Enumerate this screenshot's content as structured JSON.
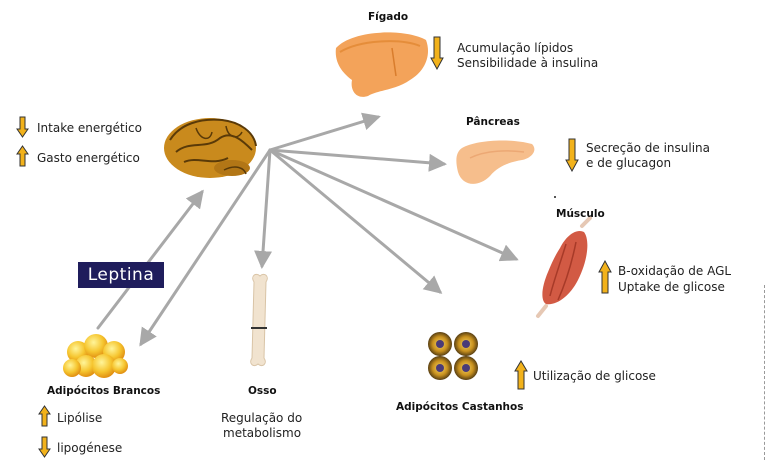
{
  "hormone": "Leptina",
  "colors": {
    "arrow": "#a8a8a8",
    "indicator": "#f2b21b",
    "label_bg": "#1f1d5c"
  },
  "organs": {
    "liver": {
      "title": "Fígado",
      "effect_direction": "down",
      "effects": [
        "Acumulação lípidos",
        "Sensibilidade à insulina"
      ]
    },
    "pancreas": {
      "title": "Pâncreas",
      "effect_direction": "down",
      "effects": [
        "Secreção de insulina",
        "e de glucagon"
      ]
    },
    "muscle": {
      "title": "Músculo",
      "effect_direction": "up",
      "effects": [
        "B-oxidação de AGL",
        "Uptake de glicose"
      ]
    },
    "brain": {
      "effects": [
        {
          "direction": "down",
          "text": "Intake energético"
        },
        {
          "direction": "up",
          "text": "Gasto energético"
        }
      ]
    },
    "white_adipocytes": {
      "title": "Adipócitos Brancos",
      "effects": [
        {
          "direction": "up",
          "text": "Lipólise"
        },
        {
          "direction": "down",
          "text": "lipogénese"
        }
      ]
    },
    "bone": {
      "title": "Osso",
      "effects": [
        "Regulação do",
        "metabolismo"
      ]
    },
    "brown_adipocytes": {
      "title": "Adipócitos Castanhos",
      "effect_direction": "up",
      "effects": [
        "Utilização de glicose"
      ]
    }
  }
}
